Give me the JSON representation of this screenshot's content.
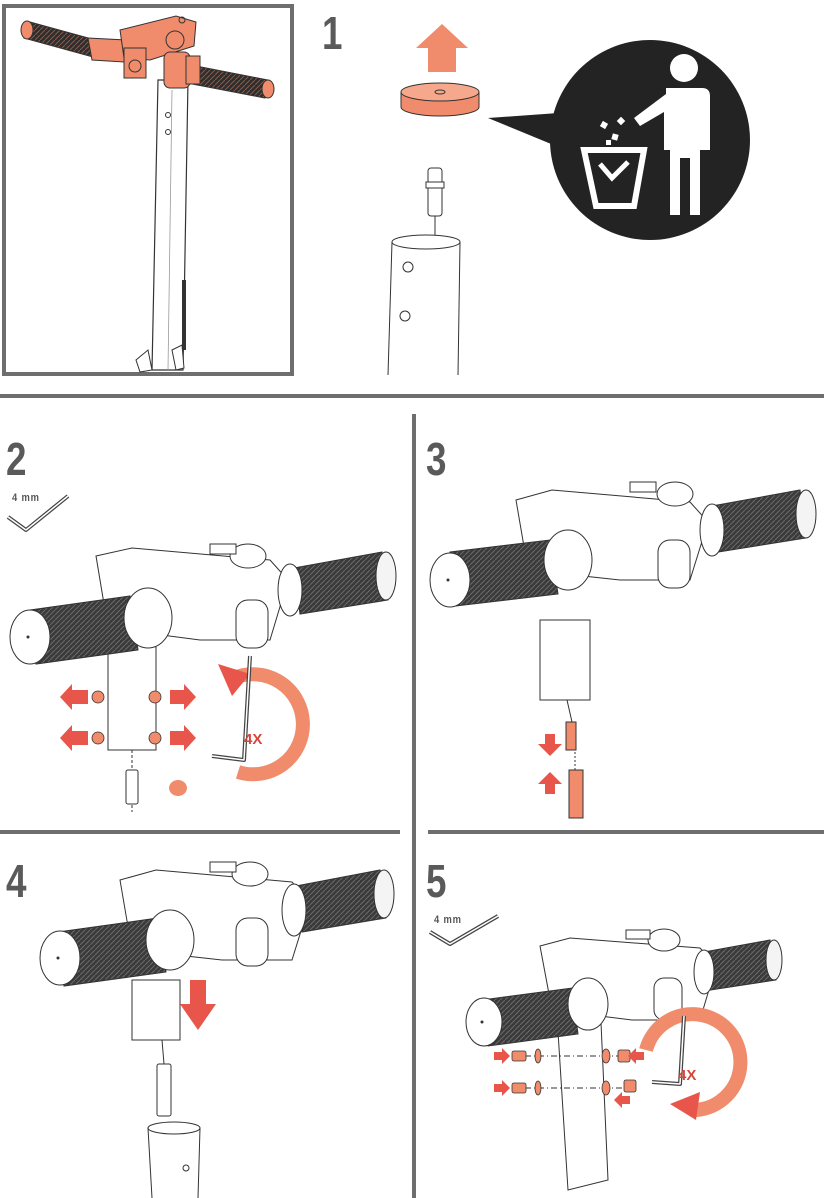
{
  "steps": [
    {
      "number": "1"
    },
    {
      "number": "2",
      "tool": "4 mm",
      "multiplier": "4X"
    },
    {
      "number": "3"
    },
    {
      "number": "4"
    },
    {
      "number": "5",
      "tool": "4 mm",
      "multiplier": "4X"
    }
  ],
  "colors": {
    "accent": "#f08c6c",
    "arrow": "#e8554a",
    "line": "#333333",
    "frame": "#6e6e6e",
    "divider": "#6e6e6e",
    "icon_bg": "#232323"
  },
  "icons": [
    "trash-disposal-icon",
    "hex-key-icon",
    "rotate-arrow-icon",
    "up-arrow-icon",
    "down-arrow-icon"
  ]
}
